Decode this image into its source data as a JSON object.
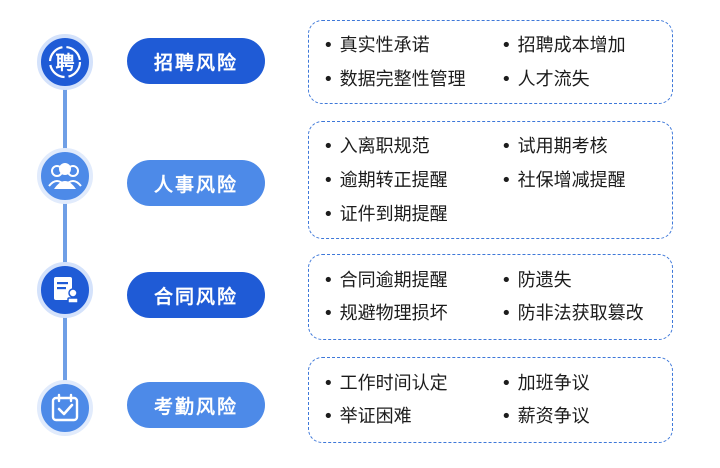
{
  "rows": [
    {
      "title": "招聘风险",
      "icon": "hire-icon",
      "items": [
        "真实性承诺",
        "招聘成本增加",
        "数据完整性管理",
        "人才流失"
      ]
    },
    {
      "title": "人事风险",
      "icon": "people-icon",
      "items": [
        "入离职规范",
        "试用期考核",
        "逾期转正提醒",
        "社保增减提醒",
        "证件到期提醒"
      ]
    },
    {
      "title": "合同风险",
      "icon": "contract-icon",
      "items": [
        "合同逾期提醒",
        "防遗失",
        "规避物理损坏",
        "防非法获取篡改"
      ]
    },
    {
      "title": "考勤风险",
      "icon": "calendar-check-icon",
      "items": [
        "工作时间认定",
        "加班争议",
        "举证困难",
        "薪资争议"
      ]
    }
  ],
  "node_glyph_1": "聘",
  "bullet": "•",
  "colors": {
    "primary": "#1f5bd6",
    "secondary": "#4d8ae8",
    "border": "#3e78d9"
  }
}
